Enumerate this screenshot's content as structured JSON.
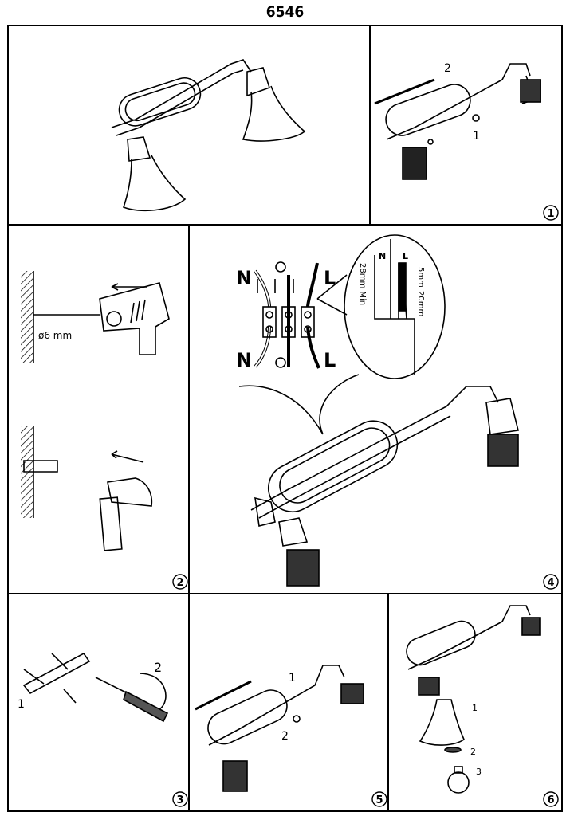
{
  "title": "6546",
  "steps": [
    {
      "number": "1",
      "labels": [
        "1",
        "2"
      ]
    },
    {
      "number": "2",
      "drill_label": "ø6 mm"
    },
    {
      "number": "3",
      "labels": [
        "1",
        "2"
      ]
    },
    {
      "number": "4",
      "wiring": {
        "neutral": "N",
        "live": "L",
        "strip_total": "28mm Min",
        "strip_short": "5mm",
        "strip_long": "20mm"
      }
    },
    {
      "number": "5",
      "labels": [
        "1",
        "2"
      ]
    },
    {
      "number": "6",
      "labels": [
        "1",
        "2",
        "3"
      ]
    }
  ]
}
